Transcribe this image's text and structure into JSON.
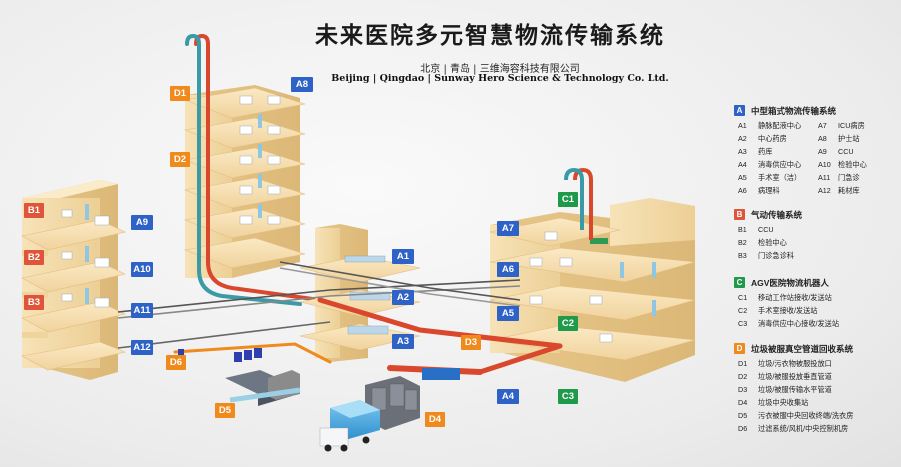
{
  "header": {
    "title": "未来医院多元智慧物流传输系统",
    "subtitle_cn": "北京 | 青岛 | 三维海容科技有限公司",
    "subtitle_en": "Beijing | Qingdao | Sunway Hero Science & Technology Co. Ltd."
  },
  "colors": {
    "A": "#2f62c6",
    "B": "#e0553a",
    "C": "#1f9a4b",
    "D": "#f08a1c",
    "pipe_red": "#d9482c",
    "pipe_teal": "#3a9aa6",
    "building": "#f3d9a6"
  },
  "diagram_labels": [
    {
      "id": "D1",
      "cls": "D"
    },
    {
      "id": "A8",
      "cls": "A"
    },
    {
      "id": "D2",
      "cls": "D"
    },
    {
      "id": "B1",
      "cls": "B"
    },
    {
      "id": "B2",
      "cls": "B"
    },
    {
      "id": "B3",
      "cls": "B"
    },
    {
      "id": "A9",
      "cls": "A"
    },
    {
      "id": "A10",
      "cls": "A"
    },
    {
      "id": "A11",
      "cls": "A"
    },
    {
      "id": "A12",
      "cls": "A"
    },
    {
      "id": "A1",
      "cls": "A"
    },
    {
      "id": "A2",
      "cls": "A"
    },
    {
      "id": "A3",
      "cls": "A"
    },
    {
      "id": "A4",
      "cls": "A"
    },
    {
      "id": "A5",
      "cls": "A"
    },
    {
      "id": "A6",
      "cls": "A"
    },
    {
      "id": "A7",
      "cls": "A"
    },
    {
      "id": "C1",
      "cls": "C"
    },
    {
      "id": "C2",
      "cls": "C"
    },
    {
      "id": "C3",
      "cls": "C"
    },
    {
      "id": "D3",
      "cls": "D"
    },
    {
      "id": "D4",
      "cls": "D"
    },
    {
      "id": "D5",
      "cls": "D"
    },
    {
      "id": "D6",
      "cls": "D"
    }
  ],
  "legend": {
    "A": {
      "badge": "A",
      "title": "中型箱式物流传输系统",
      "items": [
        {
          "code": "A1",
          "text": "静脉配液中心"
        },
        {
          "code": "A7",
          "text": "ICU病房"
        },
        {
          "code": "A2",
          "text": "中心药房"
        },
        {
          "code": "A8",
          "text": "护士站"
        },
        {
          "code": "A3",
          "text": "药库"
        },
        {
          "code": "A9",
          "text": "CCU"
        },
        {
          "code": "A4",
          "text": "消毒供应中心"
        },
        {
          "code": "A10",
          "text": "检验中心"
        },
        {
          "code": "A5",
          "text": "手术室（洁）"
        },
        {
          "code": "A11",
          "text": "门急诊"
        },
        {
          "code": "A6",
          "text": "病理科"
        },
        {
          "code": "A12",
          "text": "耗材库"
        }
      ]
    },
    "B": {
      "badge": "B",
      "title": "气动传输系统",
      "items": [
        {
          "code": "B1",
          "text": "CCU"
        },
        {
          "code": "B2",
          "text": "检验中心"
        },
        {
          "code": "B3",
          "text": "门诊急诊科"
        }
      ]
    },
    "C": {
      "badge": "C",
      "title": "AGV医院物流机器人",
      "items": [
        {
          "code": "C1",
          "text": "移动工作站接收/发送站"
        },
        {
          "code": "C2",
          "text": "手术室接收/发送站"
        },
        {
          "code": "C3",
          "text": "消毒供应中心接收/发送站"
        }
      ]
    },
    "D": {
      "badge": "D",
      "title": "垃圾被服真空管道回收系统",
      "items": [
        {
          "code": "D1",
          "text": "垃圾/污衣物被服投放口"
        },
        {
          "code": "D2",
          "text": "垃圾/被服投放垂直管道"
        },
        {
          "code": "D3",
          "text": "垃圾/被服传输水平管道"
        },
        {
          "code": "D4",
          "text": "垃圾中央收集站"
        },
        {
          "code": "D5",
          "text": "污衣被服中央回收终端/洗衣房"
        },
        {
          "code": "D6",
          "text": "过滤系统/风机/中央控制机房"
        }
      ]
    }
  }
}
